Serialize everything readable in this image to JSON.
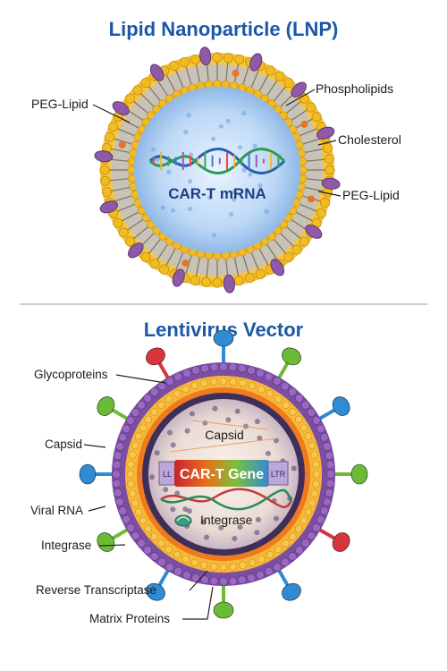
{
  "lnp": {
    "title": "Lipid Nanoparticle (LNP)",
    "center_label": "CAR-T mRNA",
    "labels": {
      "peg_lipid_left": "PEG-Lipid",
      "phospholipids": "Phospholipids",
      "cholesterol": "Cholesterol",
      "peg_lipid_right": "PEG-Lipid"
    },
    "colors": {
      "title": "#1d57a8",
      "head_gold": "#f2bb1f",
      "peg_purple": "#8e5aa8",
      "core_blue": "#cfe3fb",
      "cholesterol_orange": "#e8742a"
    }
  },
  "lentivirus": {
    "title": "Lentivirus Vector",
    "labels": {
      "glycoproteins": "Glycoproteins",
      "capsid_left": "Capsid",
      "viral_rna": "Viral RNA",
      "integrase_left": "Integrase",
      "reverse_transcriptase": "Reverse Transcriptase",
      "matrix_proteins": "Matrix Proteins",
      "capsid_inner": "Capsid",
      "integrase_inner": "Integrase"
    },
    "gene_label": "CAR-T Gene",
    "ltr_left": "LL",
    "ltr_right": "LTR",
    "colors": {
      "envelope_purple": "#7a4da0",
      "capsid_orange": "#f07a1e",
      "spike_green": "#6cbb35",
      "spike_blue": "#2f8bd4",
      "spike_red": "#d9343c"
    }
  }
}
